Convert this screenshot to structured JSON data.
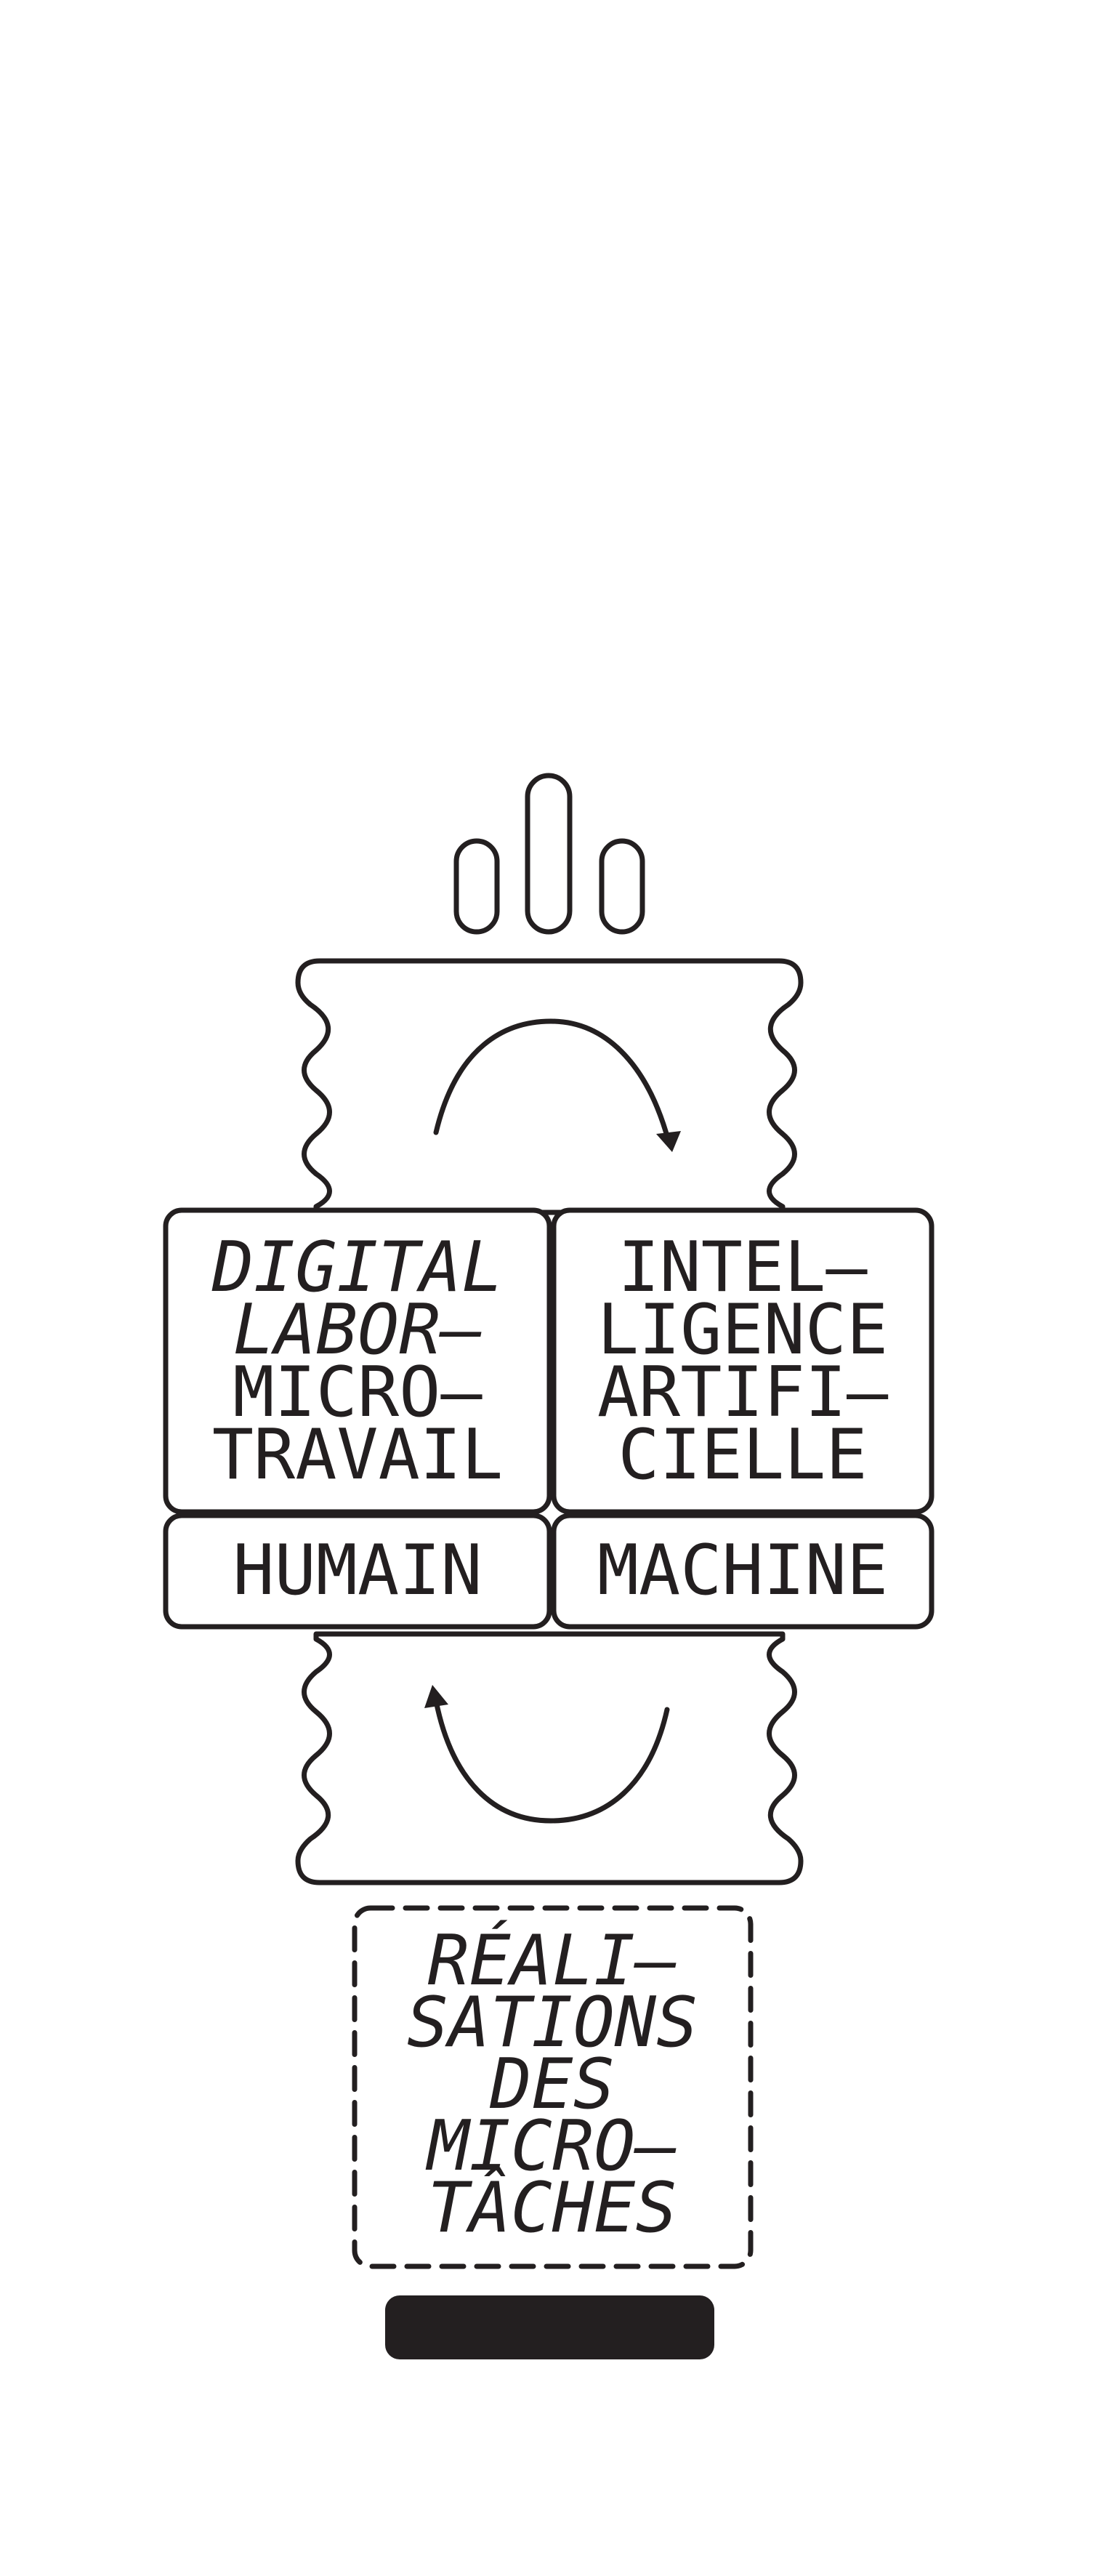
{
  "colors": {
    "ink": "#231f20",
    "background": "#ffffff",
    "fill_bar": "#231f20"
  },
  "diagram": {
    "top_left_box": {
      "lines": [
        "DIGITAL",
        "LABOR–",
        "MICRO–",
        "TRAVAIL"
      ],
      "italic_lines": 2
    },
    "top_right_box": {
      "lines": [
        "INTEL–",
        "LIGENCE",
        "ARTIFI–",
        "CIELLE"
      ]
    },
    "bottom_left_box": {
      "label": "HUMAIN"
    },
    "bottom_right_box": {
      "label": "MACHINE"
    },
    "output_box": {
      "lines": [
        "RÉALI–",
        "SATIONS",
        "DES",
        "MICRO–",
        "TÂCHES"
      ],
      "border": "dashed"
    },
    "icons": [
      "three-pills-icon",
      "clockwise-arrow-icon",
      "counterclockwise-arrow-icon",
      "base-bar-icon"
    ]
  }
}
